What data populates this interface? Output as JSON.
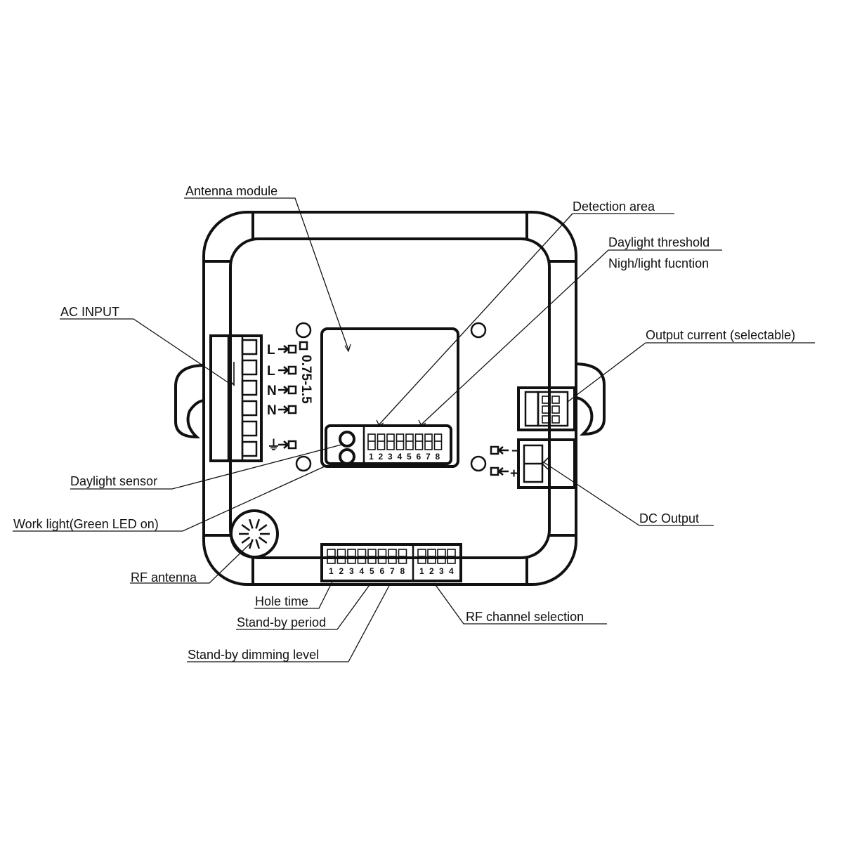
{
  "labels": {
    "antenna_module": "Antenna module",
    "detection_area": "Detection area",
    "daylight_threshold": "Daylight threshold",
    "night_light_function": "Nigh/light fucntion",
    "ac_input": "AC INPUT",
    "output_current": "Output current (selectable)",
    "daylight_sensor": "Daylight sensor",
    "work_light": "Work light(Green LED on)",
    "rf_antenna": "RF antenna",
    "dc_output": "DC Output",
    "hole_time": "Hole time",
    "standby_period": "Stand-by period",
    "standby_dimming_level": "Stand-by dimming level",
    "rf_channel_selection": "RF channel selection"
  },
  "ac_terminals": [
    "L",
    "L",
    "N",
    "N",
    "⏚"
  ],
  "wire_gauge": "0.75-1.5",
  "dip_detection_numbers": [
    "1",
    "2",
    "3",
    "4",
    "5",
    "6",
    "7",
    "8"
  ],
  "dip_bottom_numbers": [
    "1",
    "2",
    "3",
    "4",
    "5",
    "6",
    "7",
    "8"
  ],
  "dip_rf_numbers": [
    "1",
    "2",
    "3",
    "4"
  ],
  "dc_terminals": [
    "−",
    "+"
  ],
  "colors": {
    "line": "#111111",
    "background": "#ffffff"
  }
}
